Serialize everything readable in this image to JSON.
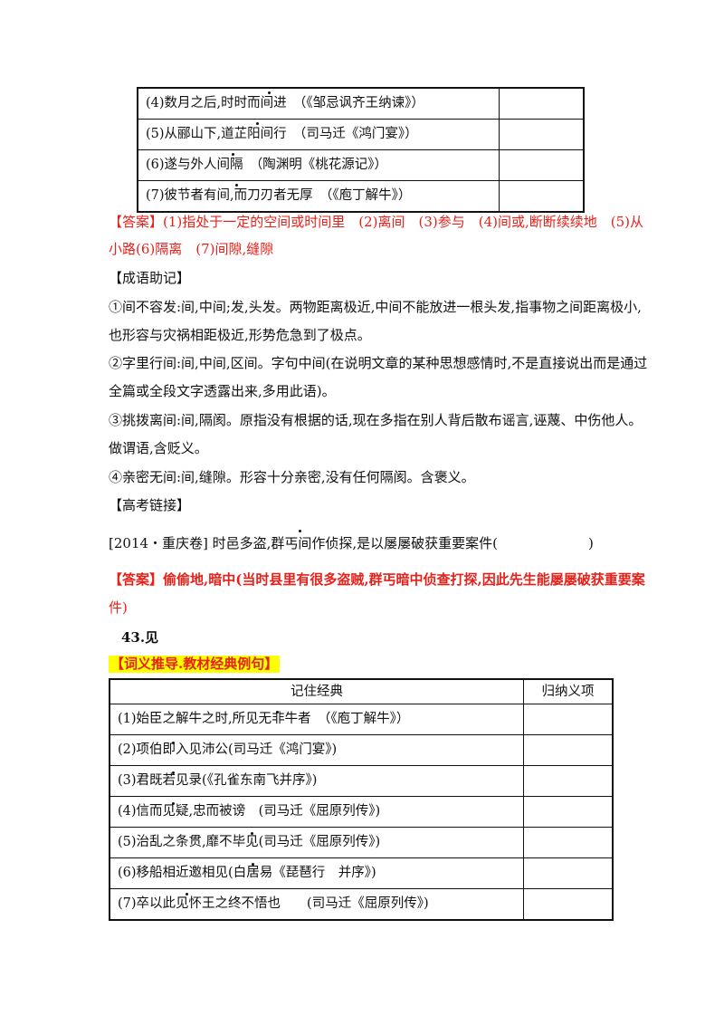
{
  "table1": {
    "rows": [
      {
        "text": "(4)数月之后,时时而间进　（《邹忌讽齐王纳谏》）"
      },
      {
        "text": "(5)从郦山下,道芷阳间行　（司马迁《鸿门宴》）"
      },
      {
        "text": "(6)遂与外人间隔　（陶渊明《桃花源记》）"
      },
      {
        "text": "(7)彼节者有间,而刀刃者无厚　（《庖丁解牛》）"
      }
    ]
  },
  "answer1": {
    "line1": "【答案】(1)指处于一定的空间或时间里　(2)离间　(3)参与　(4)间或,断断续续地　(5)从",
    "line2": "小路(6)隔离　(7)间隙,缝隙"
  },
  "idiom_section": {
    "title": "【成语助记】",
    "lines": [
      "①间不容发:间,中间;发,头发。两物距离极近,中间不能放进一根头发,指事物之间距离极小,",
      "也形容与灾祸相距极近,形势危急到了极点。",
      "②字里行间:间,中间,区间。字句中间(在说明文章的某种思想感情时,不是直接说出而是通过",
      "全篇或全段文字透露出来,多用此语)。",
      "③挑拨离间:间,隔阂。原指没有根据的话,现在多指在别人背后散布谣言,诬蔑、中伤他人。",
      "做谓语,含贬义。",
      "④亲密无间:间,缝隙。形容十分亲密,没有任何隔阂。含褒义。"
    ]
  },
  "gaokao": {
    "title": "【高考链接】",
    "question_start": "[2014・重庆卷] 时邑多盗,群丐间作侦探,是以屡屡破获重要案件(",
    "question_end": ")"
  },
  "answer2": {
    "line1": "【答案】偷偷地,暗中(当时县里有很多盗贼,群丐暗中侦查打探,因此先生能屡屡破获重要案",
    "line2": "件)"
  },
  "section43": {
    "heading": "43.见",
    "highlight": "【词义推导.教材经典例句】"
  },
  "table2": {
    "header": {
      "col1": "记住经典",
      "col2": "归纳义项"
    },
    "rows": [
      {
        "text": "(1)始臣之解牛之时,所见无非牛者　（《庖丁解牛》）"
      },
      {
        "text": "(2)项伯即入见沛公(司马迁《鸿门宴》)"
      },
      {
        "text": "(3)君既若见录(《孔雀东南飞并序》)"
      },
      {
        "text": "(4)信而见疑,忠而被谤　(司马迁《屈原列传》)"
      },
      {
        "text": "(5)治乱之条贯,靡不毕见(司马迁《屈原列传》)"
      },
      {
        "text": "(6)移船相近邀相见(白居易《琵琶行　并序》)"
      },
      {
        "text": "(7)卒以此见怀王之终不悟也　　(司马迁《屈原列传》)"
      }
    ]
  }
}
